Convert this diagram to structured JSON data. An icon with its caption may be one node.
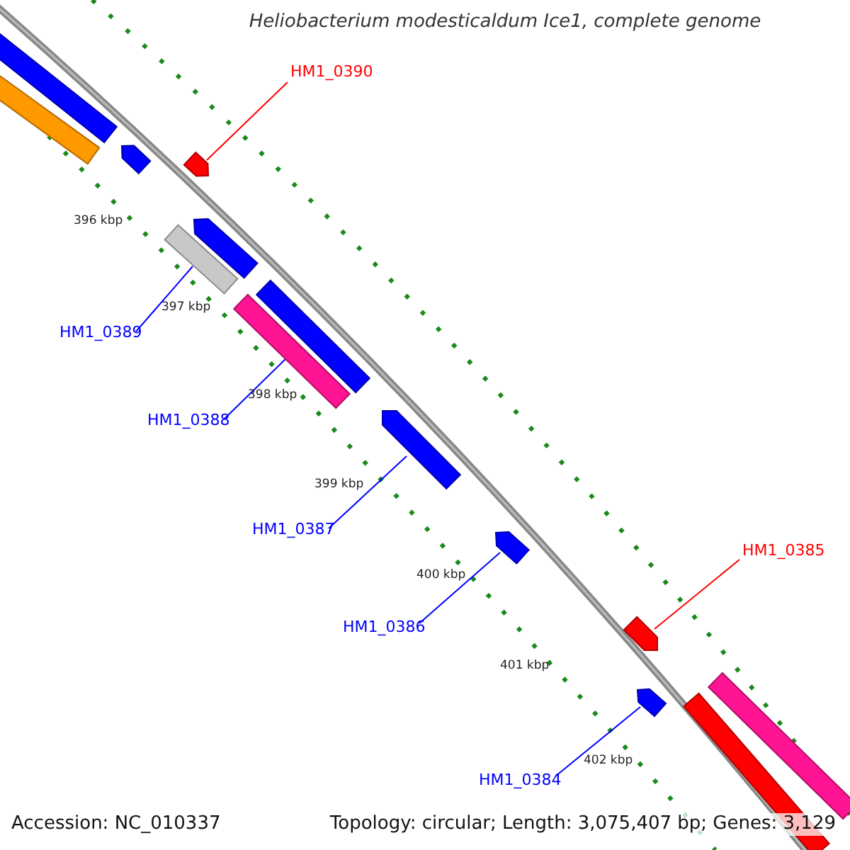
{
  "diagram": {
    "title": "Heliobacterium modesticaldum Ice1, complete genome",
    "nodes": [
      {
        "text": [],
        "shape": "bar"
      },
      {
        "text": [],
        "shape": "bar"
      },
      {
        "text": [
          "HM1_0390"
        ]
      },
      {
        "text": [],
        "shape": "arrow"
      },
      {
        "text": [],
        "shape": "arrow"
      },
      {
        "text": [],
        "shape": "arrow"
      },
      {
        "text": [],
        "shape": "bar"
      },
      {
        "text": [
          "HM1_0389"
        ]
      },
      {
        "text": [],
        "shape": "bar"
      },
      {
        "text": [],
        "shape": "bar"
      },
      {
        "text": [
          "HM1_0388"
        ]
      },
      {
        "text": [],
        "shape": "arrow"
      },
      {
        "text": [
          "HM1_0387"
        ]
      },
      {
        "text": [],
        "shape": "arrow"
      },
      {
        "text": [
          "HM1_0386"
        ]
      },
      {
        "text": [
          "HM1_0385"
        ]
      },
      {
        "text": [],
        "shape": "arrow"
      },
      {
        "text": [],
        "shape": "arrow"
      },
      {
        "text": [
          "HM1_0384"
        ]
      },
      {
        "text": [],
        "shape": "bar"
      },
      {
        "text": [],
        "shape": "bar"
      }
    ],
    "edges": [
      {
        "from": 2,
        "to": 4,
        "arrow": "none",
        "color": "#ff0000"
      },
      {
        "from": 7,
        "to": 6,
        "arrow": "none"
      },
      {
        "from": 10,
        "to": 8,
        "arrow": "none"
      },
      {
        "from": 12,
        "to": 11,
        "arrow": "none"
      },
      {
        "from": 14,
        "to": 13,
        "arrow": "none"
      },
      {
        "from": 15,
        "to": 16,
        "arrow": "none",
        "color": "#ff0000"
      },
      {
        "from": 18,
        "to": 17,
        "arrow": "none"
      }
    ],
    "labels": [
      "396 kbp",
      "397 kbp",
      "398 kbp",
      "399 kbp",
      "400 kbp",
      "401 kbp",
      "402 kbp",
      "Accession: NC_010337",
      "Topology: circular; Length: 3,075,407 bp; Genes: 3,129"
    ]
  }
}
